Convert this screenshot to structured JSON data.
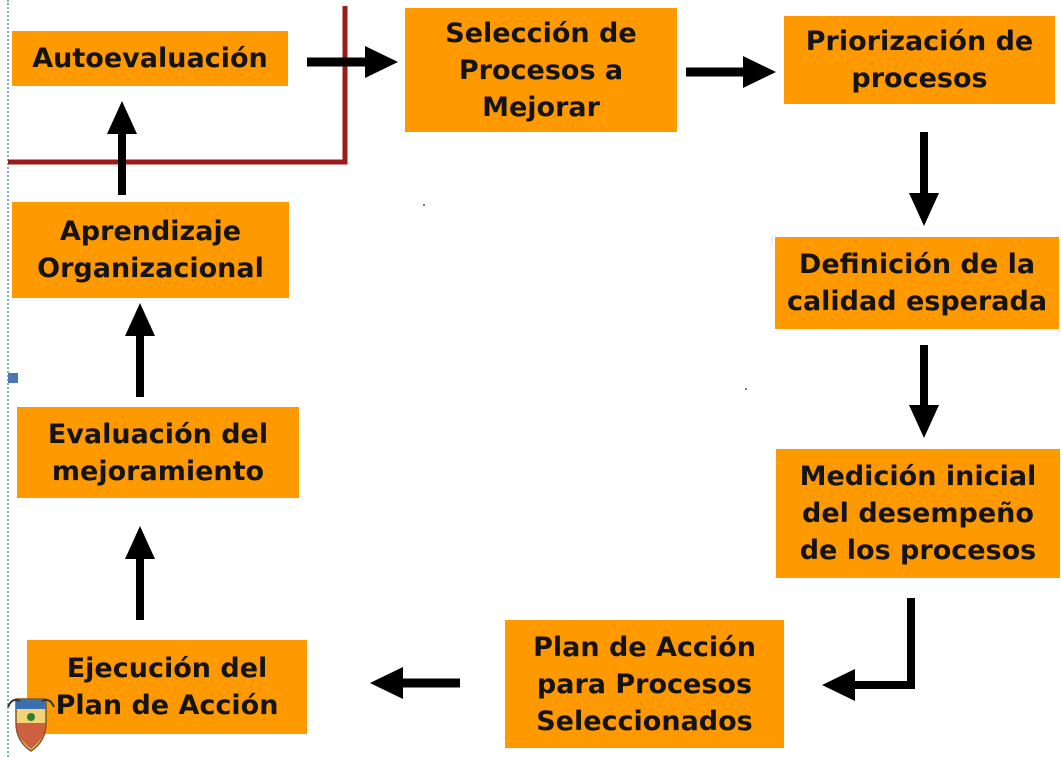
{
  "diagram": {
    "boxes": {
      "autoevaluacion": "Autoevaluación",
      "seleccion": "Selección de\nProcesos a\nMejorar",
      "priorizacion": "Priorización de\nprocesos",
      "definicion": "Definición de la\ncalidad esperada",
      "medicion": "Medición inicial\ndel desempeño\nde los procesos",
      "plan": "Plan de Acción\npara Procesos\nSeleccionados",
      "ejecucion": "Ejecución del\nPlan de Acción",
      "evaluacion": "Evaluación del\nmejoramiento",
      "aprendizaje": "Aprendizaje\nOrganizacional"
    },
    "colors": {
      "box_fill": "#ff9900",
      "text": "#141414",
      "arrow": "#000000",
      "bracket_line": "#9b1b1b"
    }
  }
}
